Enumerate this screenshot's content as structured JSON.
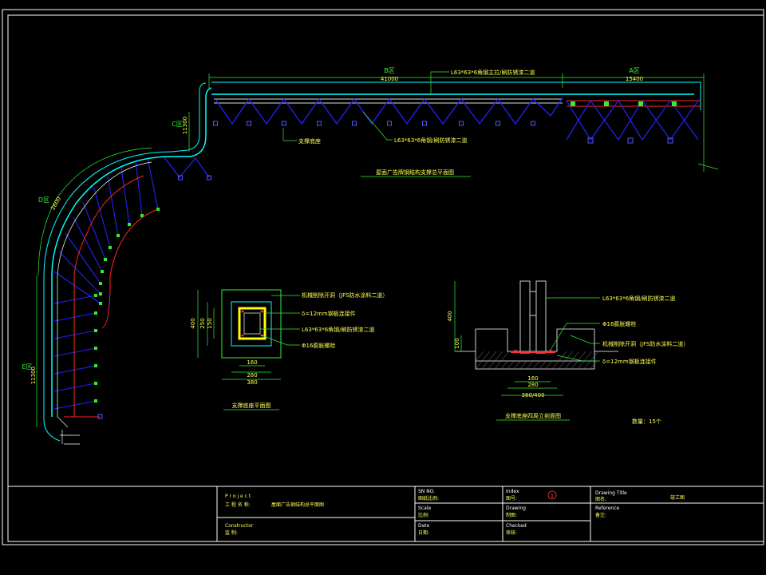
{
  "plan": {
    "zone_b_label": "B区",
    "zone_b_dim": "41000",
    "zone_a_label": "A区",
    "zone_a_dim": "15400",
    "zone_c_label": "C区",
    "zone_c_dim": "11300",
    "zone_d_label": "D区",
    "zone_d_dim": "2600",
    "zone_e_label": "E区",
    "zone_e_dim": "11300",
    "note_top": "L63*63*6角钢主拉/刷防锈漆二道",
    "note_mid": "L63*63*6角钢/刷防锈漆二道",
    "note_support": "支撑底座",
    "title": "屋面广告牌钢结构支撑总平面图"
  },
  "base_plan": {
    "note_1": "机械削除开洞（JFS防水涂料二道）",
    "note_2": "δ=12mm钢板连接件",
    "note_3": "L63*63*6角钢/刷防锈漆二道",
    "note_4": "Φ16膨胀螺栓",
    "dim_h1": "400",
    "dim_h2": "250",
    "dim_h3": "150",
    "dim_w1": "160",
    "dim_w2": "280",
    "dim_w3": "380",
    "title": "支撑底座平面图"
  },
  "section": {
    "note_1": "L63*63*6角钢/刷防锈漆二道",
    "note_2": "Φ16膨胀螺栓",
    "note_3": "机械削除开洞（JFS防水涂料二道）",
    "note_4": "δ=12mm钢板连接件",
    "dim_h1": "400",
    "dim_h2": "100",
    "dim_w1": "160",
    "dim_w2": "280",
    "dim_w3": "380/400",
    "title": "支撑底座四周立剖面图",
    "qty": "数量：15个"
  },
  "title_block": {
    "project_en": "P r o j e c t",
    "project_cn": "工 程 名 称:",
    "project_name": "屋面广告钢结构总平面图",
    "constructor_en": "Constructor",
    "constructor_cn": "监 制:",
    "sn_en": "SN NO.",
    "sn_cn": "图纸比例:",
    "scale_en": "Scale",
    "scale_cn": "比例:",
    "date_en": "Date",
    "date_cn": "日期:",
    "index_en": "Index",
    "index_cn": "图号:",
    "index_value": "1",
    "drawing_en": "Drawing",
    "drawing_cn": "制图:",
    "checked_en": "Checked",
    "checked_cn": "审核:",
    "title_en": "Drawing Title",
    "title_cn": "图名:",
    "title_value": "竣工图",
    "ref_en": "Reference",
    "ref_cn": "备注:"
  },
  "colors": {
    "background": "#000000",
    "frame": "#ffffff",
    "truss": "#2222ff",
    "truss_light": "#5555ff",
    "chord_red": "#ff2222",
    "outline_cyan": "#00ffff",
    "note_green": "#33ee33",
    "note_yellow": "#ffff55",
    "base_square": "#33ff33"
  }
}
